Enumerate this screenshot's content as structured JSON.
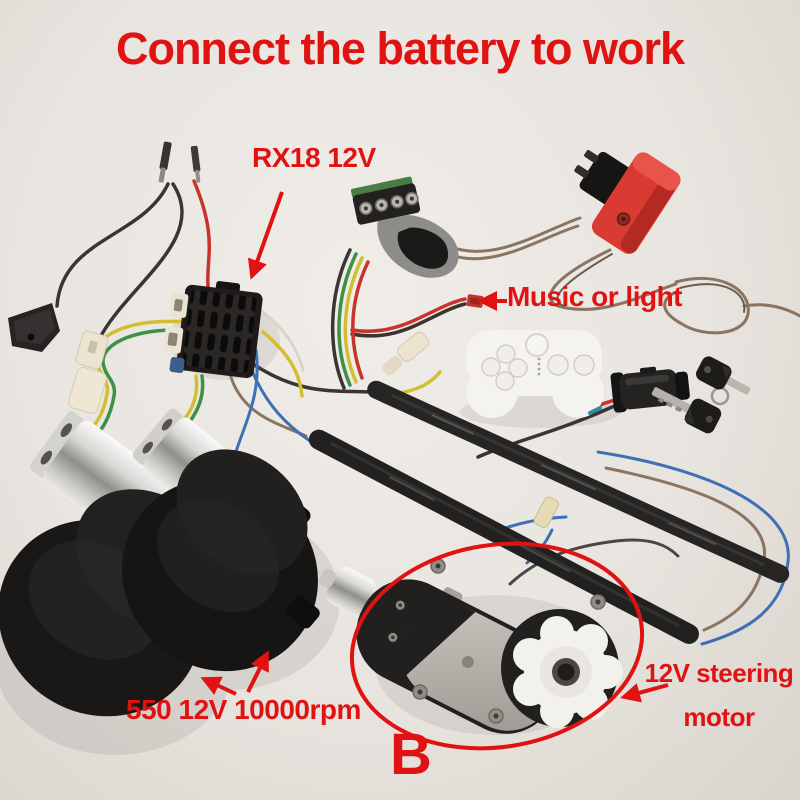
{
  "title": "Connect the battery to work",
  "labels": {
    "receiver": "RX18 12V",
    "music": "Music or light",
    "drive_motors": "550 12V 10000rpm",
    "steering_line1": "12V steering",
    "steering_line2": "motor",
    "marker": "B"
  },
  "colors": {
    "annotation_red": "#e01312",
    "background": "#e8e4df"
  }
}
